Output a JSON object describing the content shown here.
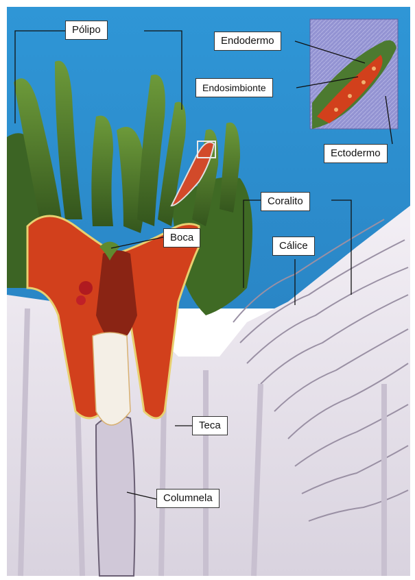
{
  "diagram": {
    "labels": {
      "polipo": "Pólipo",
      "endodermo": "Endodermo",
      "endosimbionte": "Endosimbionte",
      "ectodermo": "Ectodermo",
      "coralito": "Coralito",
      "boca": "Boca",
      "calice": "Cálice",
      "teca": "Teca",
      "columnela": "Columnela"
    },
    "colors": {
      "sky": "#2a93d4",
      "polyp_green": "#4f7a2b",
      "tissue_red": "#d2401c",
      "skeleton": "#ece8f0",
      "inset_bg": "#8f8fd0"
    }
  }
}
